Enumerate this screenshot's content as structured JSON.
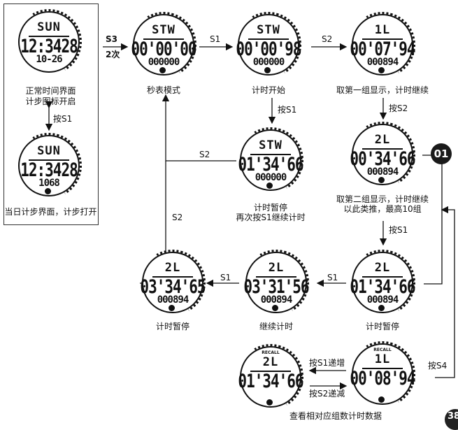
{
  "watches": {
    "w_normal": {
      "top": "SUN",
      "mid": "12:3428",
      "bot": "10-26"
    },
    "w_steps": {
      "top": "SUN",
      "mid": "12:3428",
      "bot": "1068",
      "mini": ""
    },
    "w_mode": {
      "top": "STW",
      "mid": "00'00'00",
      "bot": "000000"
    },
    "w_start": {
      "top": "STW",
      "mid": "00'00'98",
      "bot": "000000"
    },
    "w_lap1": {
      "top": "1L",
      "mid": "00'07'94",
      "bot": "000894"
    },
    "w_pause1": {
      "top": "STW",
      "mid": "01'34'66",
      "bot": "000000"
    },
    "w_lap2": {
      "top": "2L",
      "mid": "00'34'66",
      "bot": "000894"
    },
    "w_pause2": {
      "top": "2L",
      "mid": "01'34'66",
      "bot": "000894"
    },
    "w_cont": {
      "top": "2L",
      "mid": "03'31'56",
      "bot": "000894"
    },
    "w_pause3": {
      "top": "2L",
      "mid": "03'34'65",
      "bot": "000894"
    },
    "w_recall1": {
      "top": "1L",
      "mid": "00'08'94",
      "bot": "",
      "mini": "RECALL"
    },
    "w_recall2": {
      "top": "2L",
      "mid": "01'34'66",
      "bot": "",
      "mini": "RECALL"
    }
  },
  "labels": {
    "normal_1": "正常时间界面",
    "normal_2": "计步图标开启",
    "press_s1_left": "按S1",
    "steps": "当日计步界面，计步打开",
    "s3": "S3",
    "twice": "2次",
    "mode": "秒表模式",
    "s1_a": "S1",
    "start": "计时开始",
    "s2_a": "S2",
    "lap1_desc": "取第一组显示，计时继续",
    "press_s1_mid": "按S1",
    "press_s2_right": "按S2",
    "s2_b": "S2",
    "pause1_1": "计时暂停",
    "pause1_2": "再次按S1继续计时",
    "lap2_1": "取第二组显示，计时继续",
    "lap2_2": "以此类推，最高10组",
    "s2_c": "S2",
    "press_s1_right": "按S1",
    "s1_b": "S1",
    "s1_c": "S1",
    "pause3": "计时暂停",
    "cont": "继续计时",
    "pause2": "计时暂停",
    "press_s4": "按S4",
    "s1_inc": "按S1递增",
    "s2_dec": "按S2递减",
    "recall": "查看相对应组数计时数据"
  },
  "badge": "01",
  "page_number": "38"
}
